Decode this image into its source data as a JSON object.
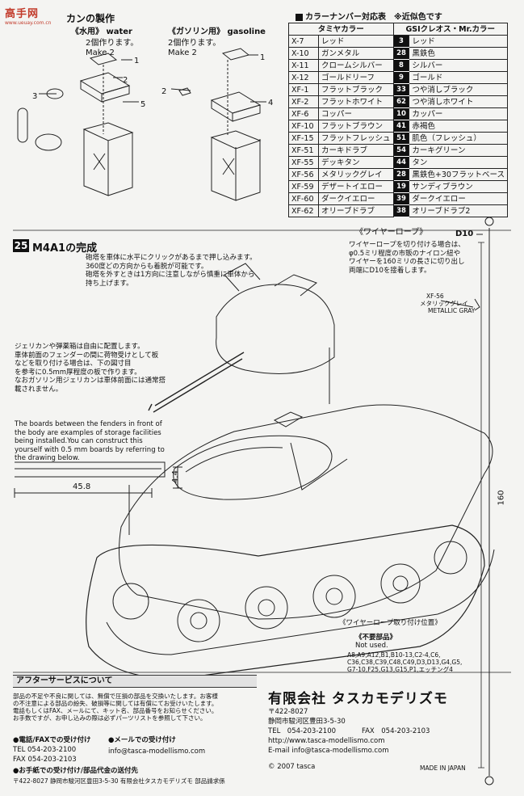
{
  "watermark": {
    "logo": "高手网",
    "url": "www.ueuay.com.cn"
  },
  "can_section": {
    "title": "カンの製作",
    "water": {
      "heading": "《水用》 water",
      "note_jp": "2個作ります。",
      "note_en": "Make 2",
      "labels": [
        "1",
        "2",
        "3",
        "5"
      ]
    },
    "gasoline": {
      "heading": "《ガソリン用》 gasoline",
      "note_jp": "2個作ります。",
      "note_en": "Make 2",
      "labels": [
        "1",
        "2",
        "4"
      ]
    }
  },
  "color_table": {
    "title": "カラーナンバー対応表",
    "note": "※近似色です",
    "col_tamiya": "タミヤカラー",
    "col_gsi": "GSIクレオス・Mr.カラー",
    "rows": [
      {
        "code": "X-7",
        "name": "レッド",
        "num": "3",
        "gsi": "レッド"
      },
      {
        "code": "X-10",
        "name": "ガンメタル",
        "num": "28",
        "gsi": "黒鉄色"
      },
      {
        "code": "X-11",
        "name": "クロームシルバー",
        "num": "8",
        "gsi": "シルバー"
      },
      {
        "code": "X-12",
        "name": "ゴールドリーフ",
        "num": "9",
        "gsi": "ゴールド"
      },
      {
        "code": "XF-1",
        "name": "フラットブラック",
        "num": "33",
        "gsi": "つや消しブラック"
      },
      {
        "code": "XF-2",
        "name": "フラットホワイト",
        "num": "62",
        "gsi": "つや消しホワイト"
      },
      {
        "code": "XF-6",
        "name": "コッパー",
        "num": "10",
        "gsi": "カッパー"
      },
      {
        "code": "XF-10",
        "name": "フラットブラウン",
        "num": "41",
        "gsi": "赤褐色"
      },
      {
        "code": "XF-15",
        "name": "フラットフレッシュ",
        "num": "51",
        "gsi": "肌色（フレッシュ）"
      },
      {
        "code": "XF-51",
        "name": "カーキドラブ",
        "num": "54",
        "gsi": "カーキグリーン"
      },
      {
        "code": "XF-55",
        "name": "デッキタン",
        "num": "44",
        "gsi": "タン"
      },
      {
        "code": "XF-56",
        "name": "メタリックグレイ",
        "num": "28",
        "gsi": "黒鉄色+30フラットベース"
      },
      {
        "code": "XF-59",
        "name": "デザートイエロー",
        "num": "19",
        "gsi": "サンディブラウン"
      },
      {
        "code": "XF-60",
        "name": "ダークイエロー",
        "num": "39",
        "gsi": "ダークイエロー"
      },
      {
        "code": "XF-62",
        "name": "オリーブドラブ",
        "num": "38",
        "gsi": "オリーブドラブ2"
      }
    ]
  },
  "step25": {
    "number": "25",
    "title": "M4A1の完成",
    "notes": [
      "砲塔を車体に水平にクリックがあるまで押し込みます。",
      "360度どの方向からも着脱が可能です。",
      "砲塔を外すときは1方向に注意しながら慎重に車体から",
      "持ち上げます。"
    ],
    "jerrycan_notes": [
      "ジェリカンや弾薬箱は自由に配置します。",
      "車体前面のフェンダーの間に荷物受けとして板",
      "などを取り付ける場合は、下の図寸目",
      "を参考に0.5mm厚程度の板で作ります。",
      "なおガソリン用ジェリカンは車体前面には通常搭",
      "載されません。"
    ],
    "english_note": [
      "The boards between the fenders in front of",
      "the body are examples of storage facilities",
      "being installed.You can construct this",
      "yourself with 0.5 mm boards by referring to",
      "the drawing below."
    ],
    "dim_width": "45.8",
    "dim_height": "4.4",
    "wire_title": "《ワイヤーロープ》",
    "wire_part": "D10",
    "wire_notes": [
      "ワイヤーロープを切り付ける場合は、",
      "φ0.5ミリ程度の市販のナイロン紐や",
      "ワイヤーを160ミリの長さに切り出し",
      "両端にD10を接着します。"
    ],
    "wire_length": "160",
    "paint_code": "XF-56",
    "paint_jp": "メタリックグレイ",
    "paint_en": "METALLIC GRAY",
    "wire_attach": "《ワイヤーロープ取り付け位置》",
    "unused_title": "《不要部品》",
    "unused_en": "Not used.",
    "unused_parts": [
      "A8,A9,A12,B1,B10-13,C2-4,C6,",
      "C36,C38,C39,C48,C49,D3,D13,G4,G5,",
      "G7-10,F25,G13,G15,P1,エッチング4"
    ]
  },
  "after_service": {
    "title": "アフターサービスについて",
    "body": [
      "部品の不足や不良に関しては、無償で圧損の部品を交換いたします。お客様",
      "の不注意による部品の紛失、破損等に関しては有償にてお受けいたします。",
      "電話もしくはFAX、メールにて、キット名、部品番号をお知らせください。",
      "お手数ですが、お申し込みの際は必ずパーツリストを参照して下さい。"
    ],
    "phone_title": "●電話/FAXでの受け付け",
    "tel": "TEL  054-203-2100",
    "fax": "FAX  054-203-2103",
    "mail_title": "●メールでの受け付け",
    "mail": "info@tasca-modellismo.com",
    "post_title": "●お手紙での受け付け/部品代金の送付先",
    "post_addr": "〒422-8027  静岡市駿河区豊田3-5-30  有限会社タスカモデリズモ  部品請求係"
  },
  "company": {
    "name": "有限会社 タスカモデリズモ",
    "zip": "〒422-8027",
    "address": "静岡市駿河区豊田3-5-30",
    "tel": "TEL　054-203-2100",
    "fax": "FAX　054-203-2103",
    "web": "http://www.tasca-modellismo.com",
    "email": "E-mail info@tasca-modellismo.com",
    "copyright": "© 2007 tasca",
    "made_in": "MADE IN JAPAN"
  }
}
